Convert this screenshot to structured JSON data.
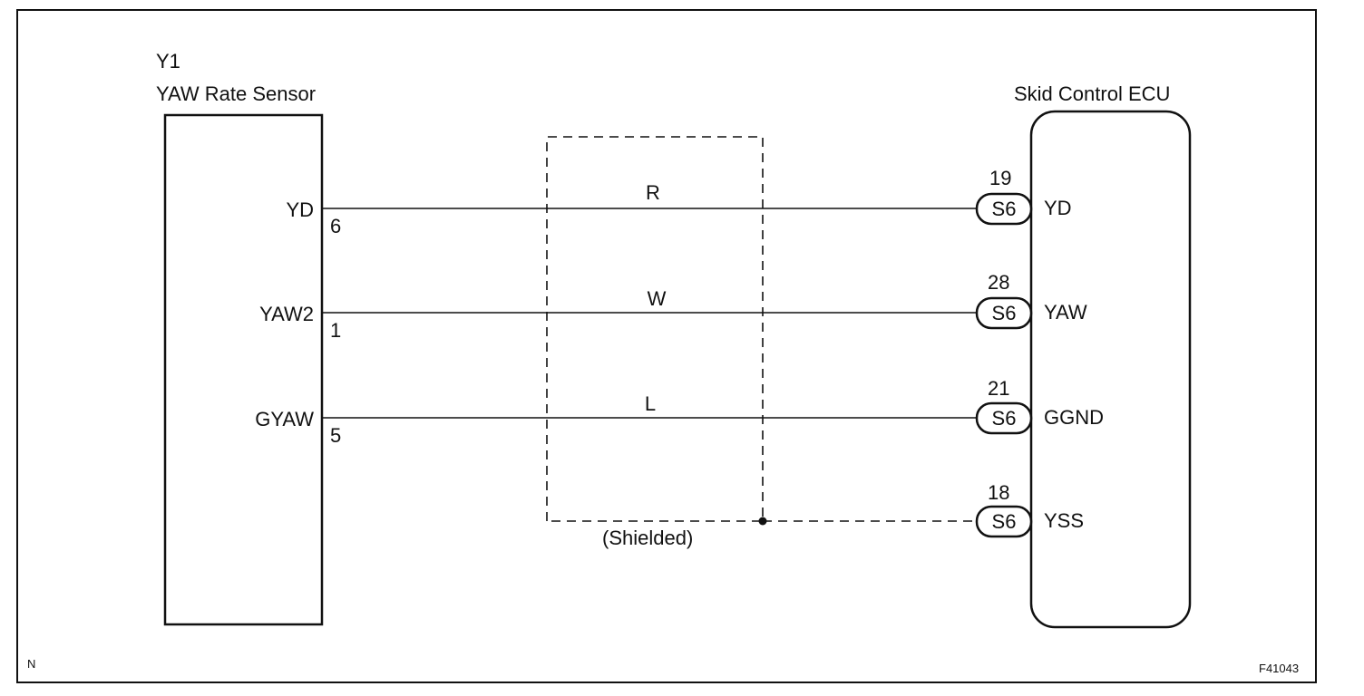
{
  "sensor": {
    "id": "Y1",
    "name": "YAW Rate Sensor",
    "pins": [
      {
        "label": "YD",
        "number": "6"
      },
      {
        "label": "YAW2",
        "number": "1"
      },
      {
        "label": "GYAW",
        "number": "5"
      }
    ]
  },
  "ecu": {
    "name": "Skid Control ECU",
    "pins": [
      {
        "number": "19",
        "connector": "S6",
        "label": "YD"
      },
      {
        "number": "28",
        "connector": "S6",
        "label": "YAW"
      },
      {
        "number": "21",
        "connector": "S6",
        "label": "GGND"
      },
      {
        "number": "18",
        "connector": "S6",
        "label": "YSS"
      }
    ]
  },
  "wires": [
    {
      "color": "R"
    },
    {
      "color": "W"
    },
    {
      "color": "L"
    }
  ],
  "shield": {
    "label": "(Shielded)"
  },
  "corner": {
    "left": "N",
    "right": "F41043"
  }
}
